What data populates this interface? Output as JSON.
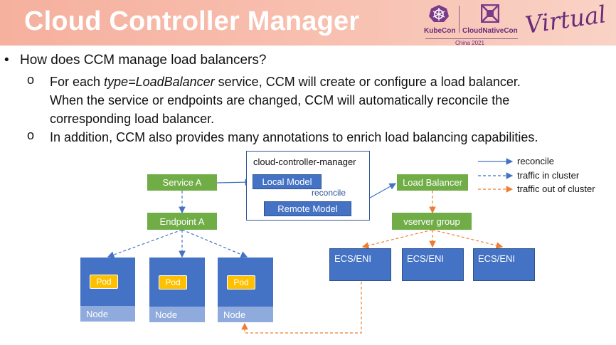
{
  "header": {
    "title": "Cloud Controller Manager",
    "kubecon": "KubeCon",
    "cloudnativecon": "CloudNativeCon",
    "china": "China 2021",
    "virtual": "Virtual",
    "colors": {
      "banner": "#f6b09e",
      "brand_purple": "#6b2c7a"
    }
  },
  "bullets": {
    "main": "How does CCM manage load balancers?",
    "sub1_pre": "For each ",
    "sub1_em": "type=LoadBalancer",
    "sub1_post": " service, CCM will create or configure a load balancer.",
    "sub1_line2": "When the service or endpoints are changed, CCM will automatically reconcile the",
    "sub1_line3": "corresponding load balancer.",
    "sub2": "In addition, CCM also provides many annotations to enrich load balancing capabilities."
  },
  "diagram": {
    "service_a": "Service A",
    "endpoint_a": "Endpoint A",
    "ccm_label": "cloud-controller-manager",
    "local_model": "Local Model",
    "remote_model": "Remote Model",
    "reconcile_label": "reconcile",
    "load_balancer": "Load Balancer",
    "vserver_group": "vserver group",
    "ecs": [
      "ECS/ENI",
      "ECS/ENI",
      "ECS/ENI"
    ],
    "pod": "Pod",
    "node": "Node",
    "legend": {
      "reconcile": "reconcile",
      "traffic_in": "traffic in cluster",
      "traffic_out": "traffic out of cluster"
    },
    "colors": {
      "green": "#70ad47",
      "blue": "#4472c4",
      "light_blue": "#8faadc",
      "pod": "#ffc000",
      "arrow_blue": "#4472c4",
      "arrow_orange": "#ed7d31"
    }
  }
}
